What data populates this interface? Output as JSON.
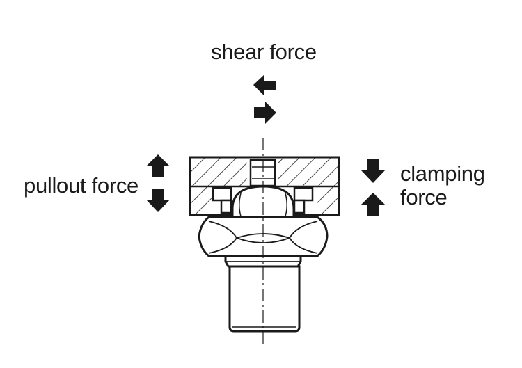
{
  "labels": {
    "shear": "shear force",
    "pullout": "pullout force",
    "clamping_line1": "clamping",
    "clamping_line2": "force"
  },
  "colors": {
    "ink": "#1a1a1a",
    "background": "#ffffff"
  },
  "icons": {
    "shear_arrows": [
      "arrow-left-icon",
      "arrow-right-icon"
    ],
    "pullout_arrows": [
      "arrow-up-icon",
      "arrow-down-icon"
    ],
    "clamping_arrows": [
      "arrow-down-icon",
      "arrow-up-icon"
    ]
  }
}
